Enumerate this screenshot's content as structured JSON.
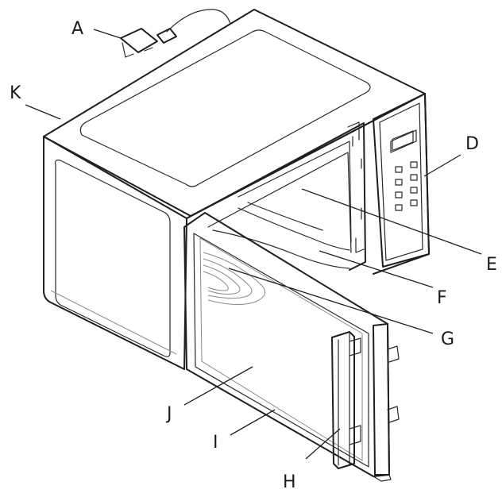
{
  "callouts": {
    "a": "A",
    "d": "D",
    "e": "E",
    "f": "F",
    "g": "G",
    "h": "H",
    "i": "I",
    "j": "J",
    "k": "K"
  },
  "colors": {
    "line": "#1f1f1f",
    "background": "#ffffff"
  }
}
